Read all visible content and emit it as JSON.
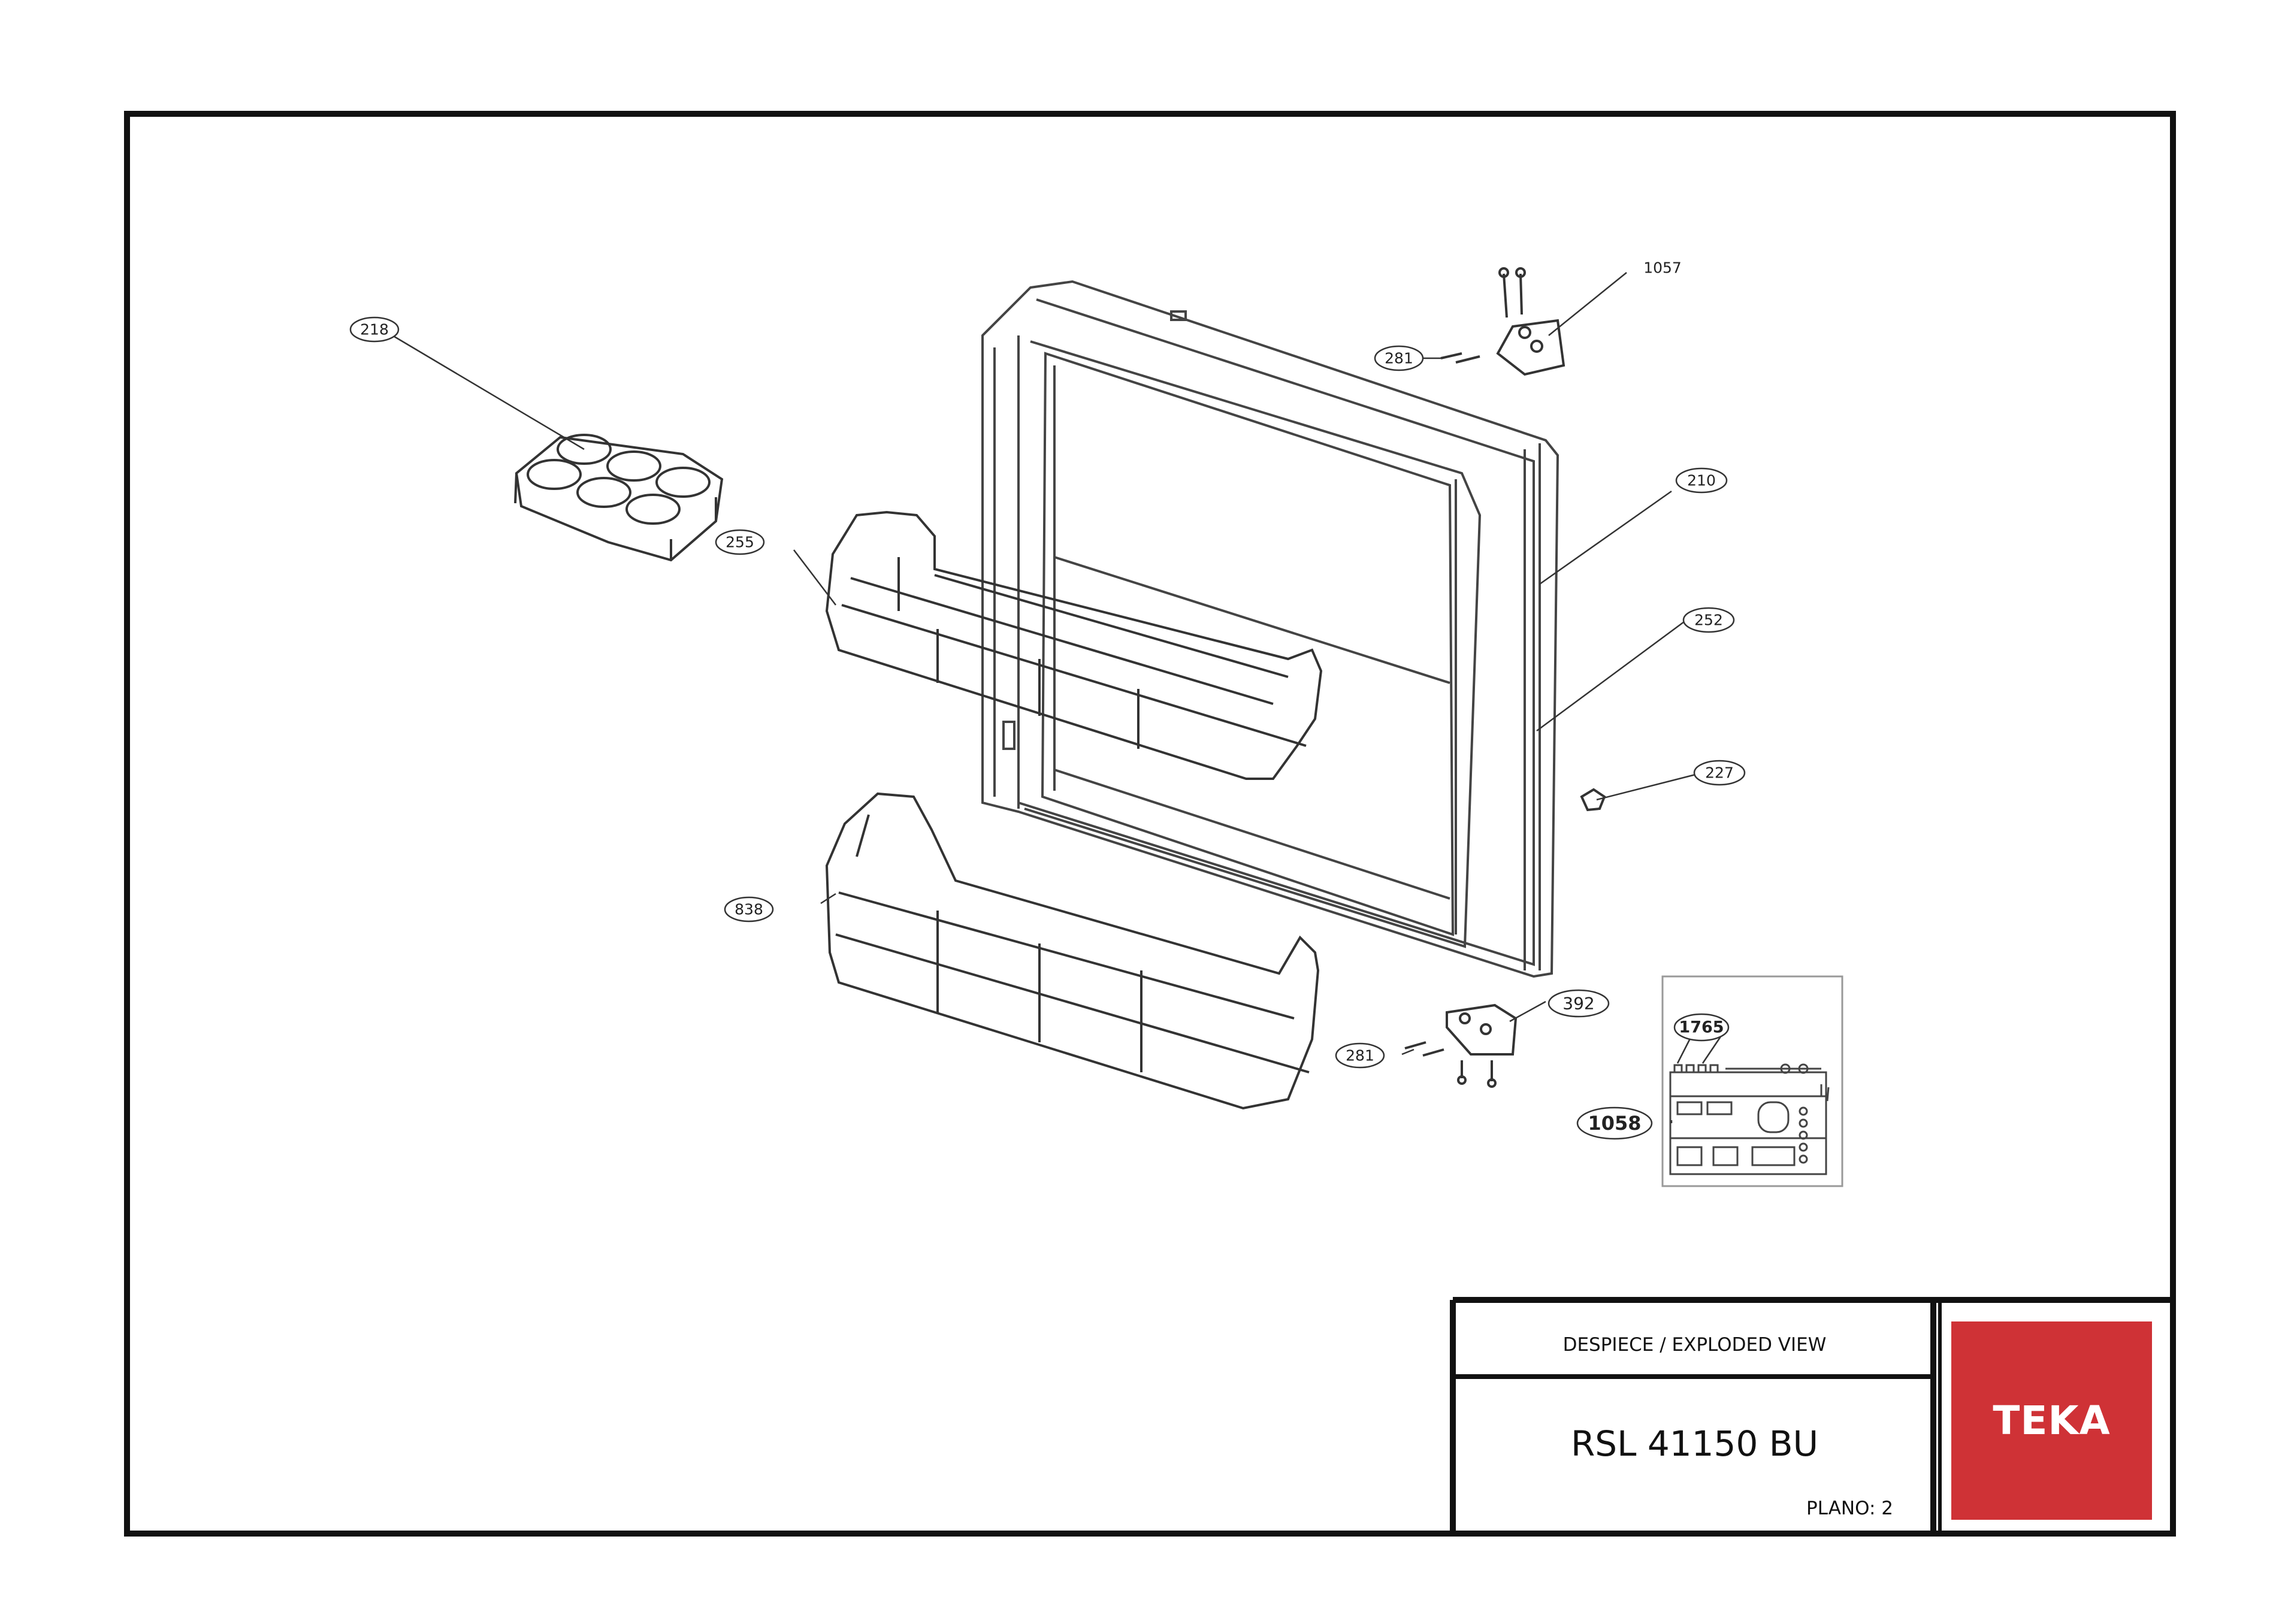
{
  "callouts": [
    {
      "id": "c218",
      "text": "218"
    },
    {
      "id": "c255",
      "text": "255"
    },
    {
      "id": "c838",
      "text": "838"
    },
    {
      "id": "c1057",
      "text": "1057"
    },
    {
      "id": "c281a",
      "text": "281"
    },
    {
      "id": "c210",
      "text": "210"
    },
    {
      "id": "c252",
      "text": "252"
    },
    {
      "id": "c227",
      "text": "227"
    },
    {
      "id": "c392",
      "text": "392"
    },
    {
      "id": "c281b",
      "text": "281"
    },
    {
      "id": "c1765",
      "text": "1765"
    },
    {
      "id": "c1058",
      "text": "1058"
    }
  ],
  "title_block": {
    "subtitle": "DESPIECE / EXPLODED VIEW",
    "model": "RSL 41150 BU",
    "plano": "PLANO: 2",
    "logo_text": "TEKA",
    "logo_color": "#cf3236"
  }
}
